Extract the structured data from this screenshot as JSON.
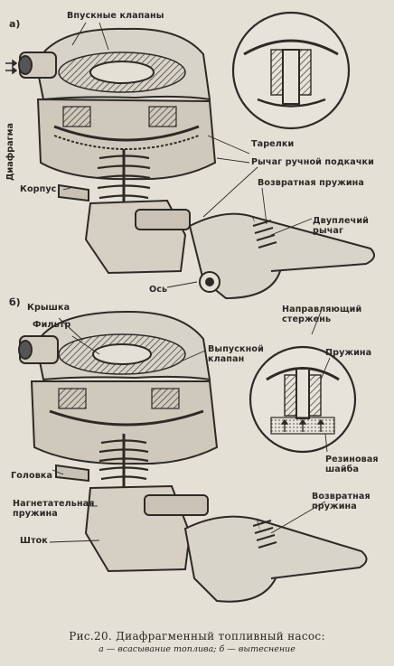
{
  "panels": {
    "a": "а)",
    "b": "б)"
  },
  "labels_a": {
    "intake_valves": "Впускные клапаны",
    "diaphragm": "Диафрагма",
    "plates": "Тарелки",
    "hand_lever": "Рычаг ручной подкачки",
    "housing": "Корпус",
    "return_spring": "Возвратная пружина",
    "double_lever_1": "Двуплечий",
    "double_lever_2": "рычаг",
    "axle": "Ось"
  },
  "labels_b": {
    "cover": "Крышка",
    "filter": "Фильтр",
    "outlet_valve_1": "Выпускной",
    "outlet_valve_2": "клапан",
    "guide_rod_1": "Направляющий",
    "guide_rod_2": "стержень",
    "spring": "Пружина",
    "head": "Головка",
    "rubber_washer_1": "Резиновая",
    "rubber_washer_2": "шайба",
    "pressure_spring_1": "Нагнетательная",
    "pressure_spring_2": "пружина",
    "return_spring_1": "Возвратная",
    "return_spring_2": "пружина",
    "rod": "Шток"
  },
  "caption": {
    "title": "Рис.20. Диафрагменный топливный насос:",
    "subtitle": "а — всасывание топлива; б — вытеснение"
  }
}
